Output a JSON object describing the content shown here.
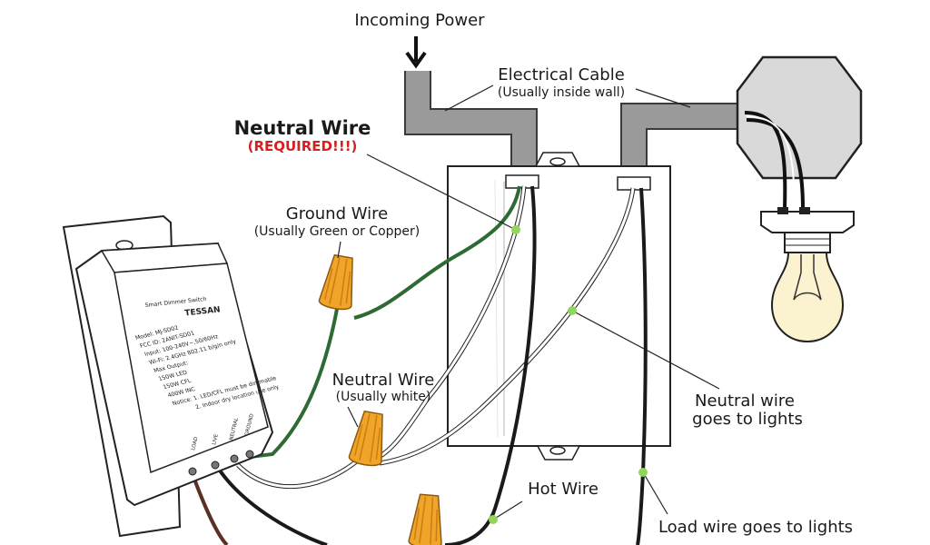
{
  "labels": {
    "incoming_power": "Incoming Power",
    "electrical_cable": "Electrical Cable",
    "electrical_cable_sub": "(Usually inside wall)",
    "neutral_wire_title": "Neutral Wire",
    "neutral_wire_required": "(REQUIRED!!!)",
    "ground_wire": "Ground Wire",
    "ground_wire_sub": "(Usually Green or Copper)",
    "neutral_wire_2": "Neutral Wire",
    "neutral_wire_2_sub": "(Usually white)",
    "neutral_to_lights_1": "Neutral wire",
    "neutral_to_lights_2": "goes to lights",
    "hot_wire": "Hot Wire",
    "load_wire": "Load wire goes to lights"
  },
  "device": {
    "title": "Smart Dimmer Switch",
    "brand": "TESSAN",
    "specs": [
      "Model: MJ-SD02",
      "FCC ID: 2ANIT-SD01",
      "Input: 100-240V~,50/60Hz",
      "Wi-Fi: 2.4GHz 802.11 b/g/n only",
      "Max Output:",
      "150W LED",
      "150W CFL",
      "400W INC",
      "Notice: 1. LED/CFL must be dimmable",
      "2. Indoor dry location use only"
    ],
    "terminals": [
      "LOAD",
      "LIVE",
      "NEUTRAL",
      "GROUND"
    ]
  },
  "colors": {
    "ground": "#2e6b34",
    "hot": "#1a1a1a",
    "load": "#5a3125",
    "neutral": "#ffffff",
    "cable": "#9a9a9a",
    "connector": "#f2a428",
    "bulb": "#fbf3cf",
    "accent_dot": "#8fd65a",
    "required": "#d62020"
  }
}
